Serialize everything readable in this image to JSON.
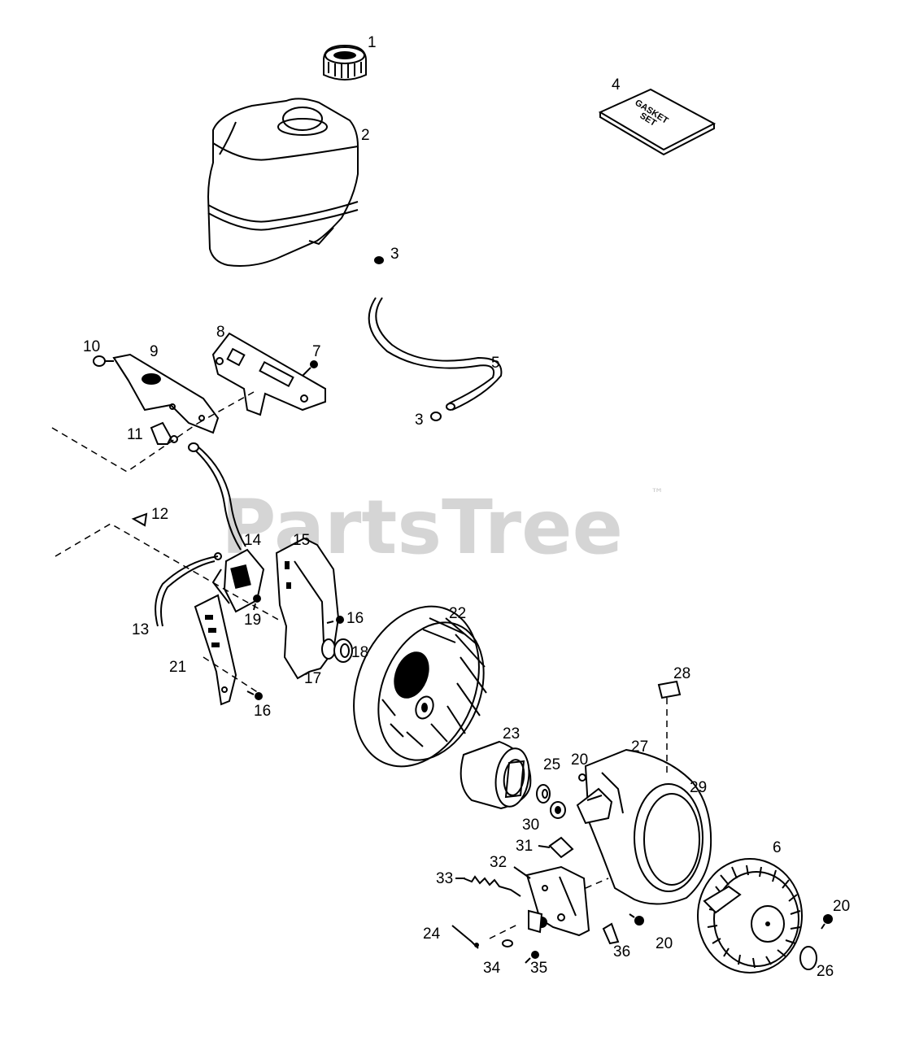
{
  "watermark": {
    "text": "PartsTree",
    "trademark": "™"
  },
  "gasket_set_text": [
    "GASKET",
    "SET"
  ],
  "labels": [
    {
      "id": "p1",
      "text": "1"
    },
    {
      "id": "p2",
      "text": "2"
    },
    {
      "id": "p3a",
      "text": "3"
    },
    {
      "id": "p3b",
      "text": "3"
    },
    {
      "id": "p4",
      "text": "4"
    },
    {
      "id": "p5",
      "text": "5"
    },
    {
      "id": "p6",
      "text": "6"
    },
    {
      "id": "p7",
      "text": "7"
    },
    {
      "id": "p8",
      "text": "8"
    },
    {
      "id": "p9",
      "text": "9"
    },
    {
      "id": "p10",
      "text": "10"
    },
    {
      "id": "p11",
      "text": "11"
    },
    {
      "id": "p12",
      "text": "12"
    },
    {
      "id": "p13",
      "text": "13"
    },
    {
      "id": "p14",
      "text": "14"
    },
    {
      "id": "p15",
      "text": "15"
    },
    {
      "id": "p16a",
      "text": "16"
    },
    {
      "id": "p16b",
      "text": "16"
    },
    {
      "id": "p17",
      "text": "17"
    },
    {
      "id": "p18",
      "text": "18"
    },
    {
      "id": "p19",
      "text": "19"
    },
    {
      "id": "p20a",
      "text": "20"
    },
    {
      "id": "p20b",
      "text": "20"
    },
    {
      "id": "p20c",
      "text": "20"
    },
    {
      "id": "p21",
      "text": "21"
    },
    {
      "id": "p22",
      "text": "22"
    },
    {
      "id": "p23",
      "text": "23"
    },
    {
      "id": "p24",
      "text": "24"
    },
    {
      "id": "p25",
      "text": "25"
    },
    {
      "id": "p26",
      "text": "26"
    },
    {
      "id": "p27",
      "text": "27"
    },
    {
      "id": "p28",
      "text": "28"
    },
    {
      "id": "p29",
      "text": "29"
    },
    {
      "id": "p30",
      "text": "30"
    },
    {
      "id": "p31",
      "text": "31"
    },
    {
      "id": "p32",
      "text": "32"
    },
    {
      "id": "p33",
      "text": "33"
    },
    {
      "id": "p34",
      "text": "34"
    },
    {
      "id": "p35",
      "text": "35"
    },
    {
      "id": "p36",
      "text": "36"
    }
  ]
}
